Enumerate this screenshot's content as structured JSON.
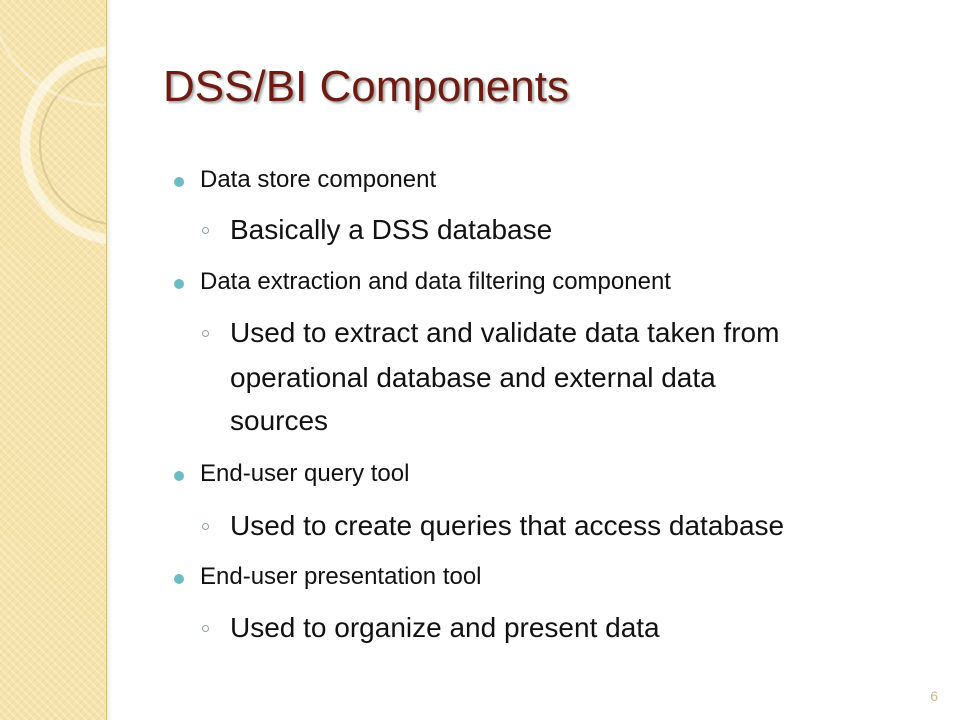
{
  "slide": {
    "title": "DSS/BI Components",
    "page_number": "6",
    "accent_color": "#6e1b12",
    "bullet_color": "#6dbcc3",
    "side_panel_color": "#f6e3a9"
  },
  "bullets": [
    {
      "level": 1,
      "text": "Data store component"
    },
    {
      "level": 2,
      "text": "Basically a DSS database"
    },
    {
      "level": 1,
      "text": "Data extraction and data filtering component"
    },
    {
      "level": 2,
      "lines": [
        "Used to extract and validate data taken from",
        "operational database and external data",
        "sources"
      ]
    },
    {
      "level": 1,
      "text": "End-user query tool"
    },
    {
      "level": 2,
      "text": "Used to create queries that access database"
    },
    {
      "level": 1,
      "text": "End-user presentation tool"
    },
    {
      "level": 2,
      "text": "Used to organize and present data"
    }
  ]
}
